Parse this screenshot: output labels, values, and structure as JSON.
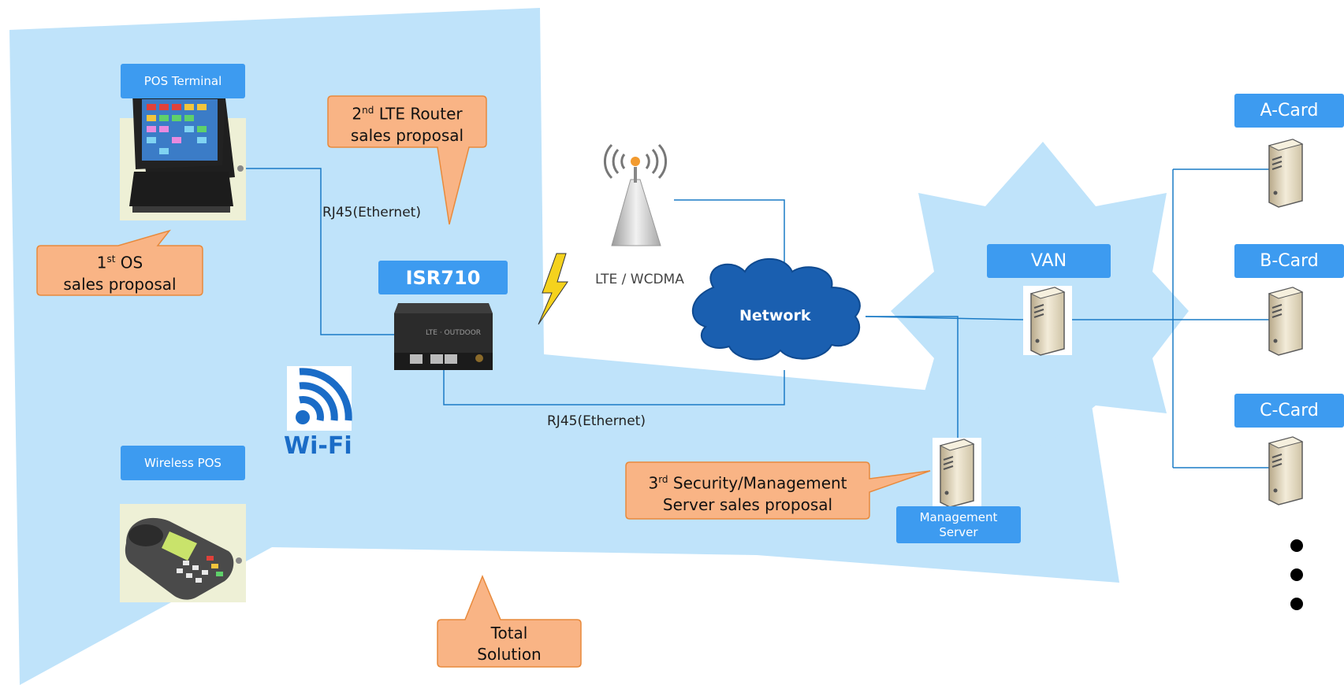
{
  "labels": {
    "pos_terminal": "POS Terminal",
    "wireless_pos": "Wireless POS",
    "isr710": "ISR710",
    "van": "VAN",
    "a_card": "A-Card",
    "b_card": "B-Card",
    "c_card": "C-Card",
    "management_server_line1": "Management",
    "management_server_line2": "Server"
  },
  "connections": {
    "rj45_top": "RJ45(Ethernet)",
    "rj45_bottom": "RJ45(Ethernet)",
    "lte_wcdma": "LTE / WCDMA",
    "network": "Network",
    "wifi": "Wi-Fi"
  },
  "callouts": {
    "first": {
      "ordinal": "1",
      "sup": "st",
      "line1_rest": " OS",
      "line2": "sales proposal"
    },
    "second": {
      "ordinal": "2",
      "sup": "nd",
      "line1_rest": " LTE Router",
      "line2": "sales proposal"
    },
    "third": {
      "ordinal": "3",
      "sup": "rd",
      "line1_rest": " Security/Management",
      "line2": "Server sales proposal"
    },
    "total": {
      "line1": "Total",
      "line2": "Solution"
    }
  },
  "colors": {
    "zone": "#bfe3fa",
    "label_blue": "#3d9bf0",
    "callout_fill": "#f9b485",
    "callout_border": "#e88a3c",
    "cloud": "#1a5fb0",
    "line": "#1a7bc6"
  }
}
